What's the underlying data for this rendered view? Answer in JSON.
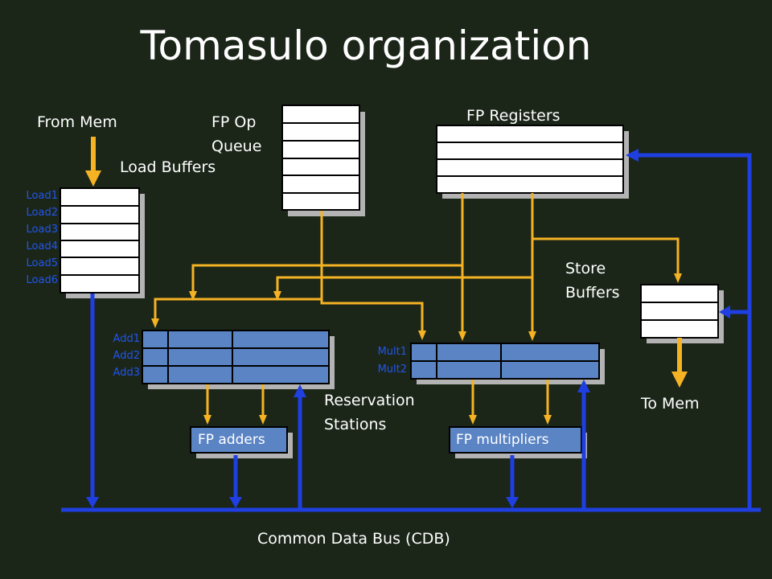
{
  "title": "Tomasulo organization",
  "labels": {
    "from_mem": "From Mem",
    "fp_op_queue_line1": "FP Op",
    "fp_op_queue_line2": "Queue",
    "load_buffers": "Load Buffers",
    "fp_registers": "FP Registers",
    "store_buffers_line1": "Store",
    "store_buffers_line2": "Buffers",
    "to_mem": "To Mem",
    "reservation_stations_line1": "Reservation",
    "reservation_stations_line2": "Stations",
    "cdb": "Common Data Bus (CDB)"
  },
  "load_slots": [
    "Load1",
    "Load2",
    "Load3",
    "Load4",
    "Load5",
    "Load6"
  ],
  "add_slots": [
    "Add1",
    "Add2",
    "Add3"
  ],
  "mult_slots": [
    "Mult1",
    "Mult2"
  ],
  "units": {
    "adders": "FP adders",
    "multipliers": "FP multipliers"
  },
  "colors": {
    "background": "#1b2619",
    "bus": "#1f3fe0",
    "wire": "#f5b324",
    "station": "#5b84c4",
    "slot_text": "#2255ee"
  }
}
